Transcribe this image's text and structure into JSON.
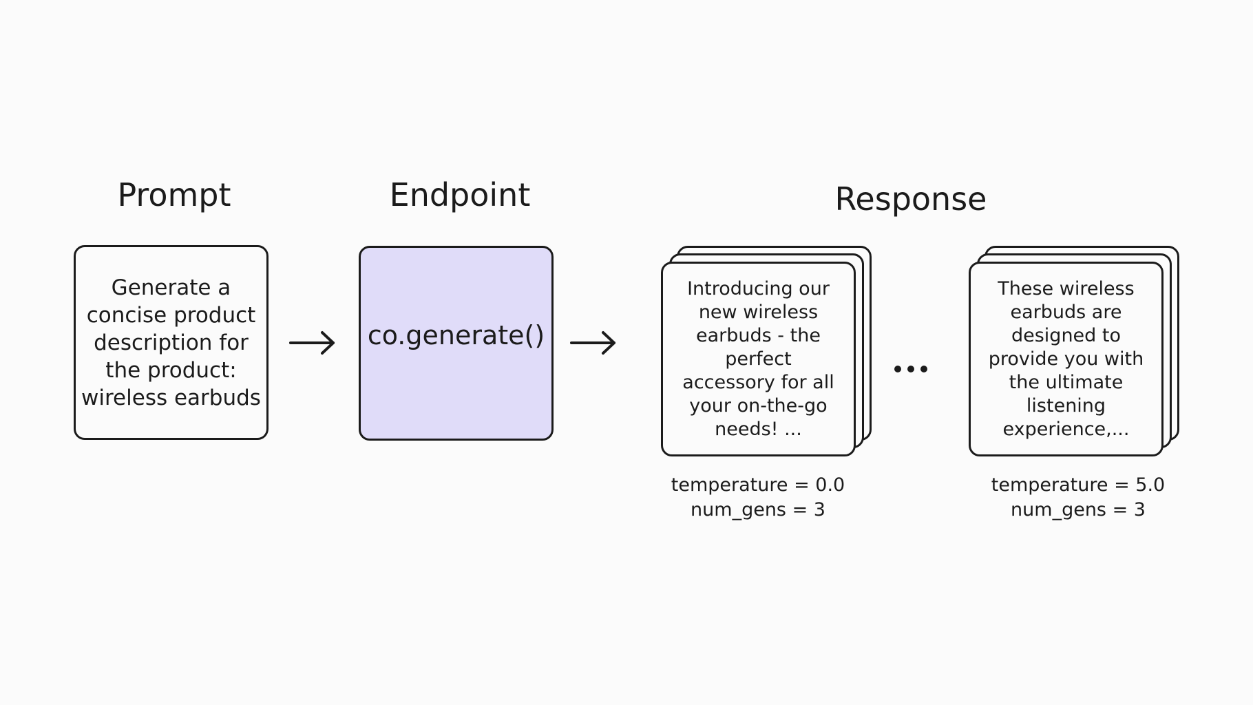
{
  "headings": {
    "prompt": "Prompt",
    "endpoint": "Endpoint",
    "response": "Response"
  },
  "prompt_text": "Generate a concise product description for the product: wireless earbuds",
  "endpoint_text": "co.generate()",
  "responses": [
    {
      "text": "Introducing our\nnew wireless\nearbuds - the\nperfect\naccessory for all\nyour on-the-go\nneeds! ...",
      "temperature_label": "temperature = 0.0",
      "num_gens_label": "num_gens = 3"
    },
    {
      "text": "These wireless\nearbuds are\ndesigned to\nprovide you with\nthe ultimate\nlistening\nexperience,...",
      "temperature_label": "temperature = 5.0",
      "num_gens_label": "num_gens = 3"
    }
  ],
  "colors": {
    "endpoint_fill": "#e0dcf9",
    "stroke": "#1b1b1b",
    "background": "#fbfbfb"
  },
  "icons": [
    "arrow-right-icon",
    "ellipsis-icon"
  ]
}
